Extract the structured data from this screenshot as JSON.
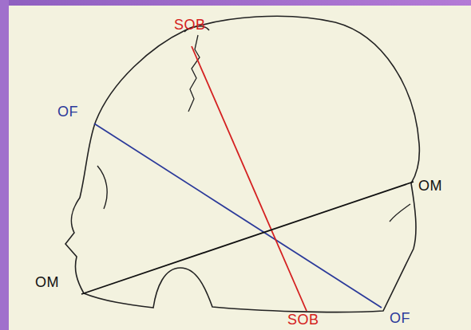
{
  "diagram": {
    "labels": [
      "SOB",
      "OF",
      "OM",
      "OM",
      "OF",
      "SOB"
    ]
  }
}
